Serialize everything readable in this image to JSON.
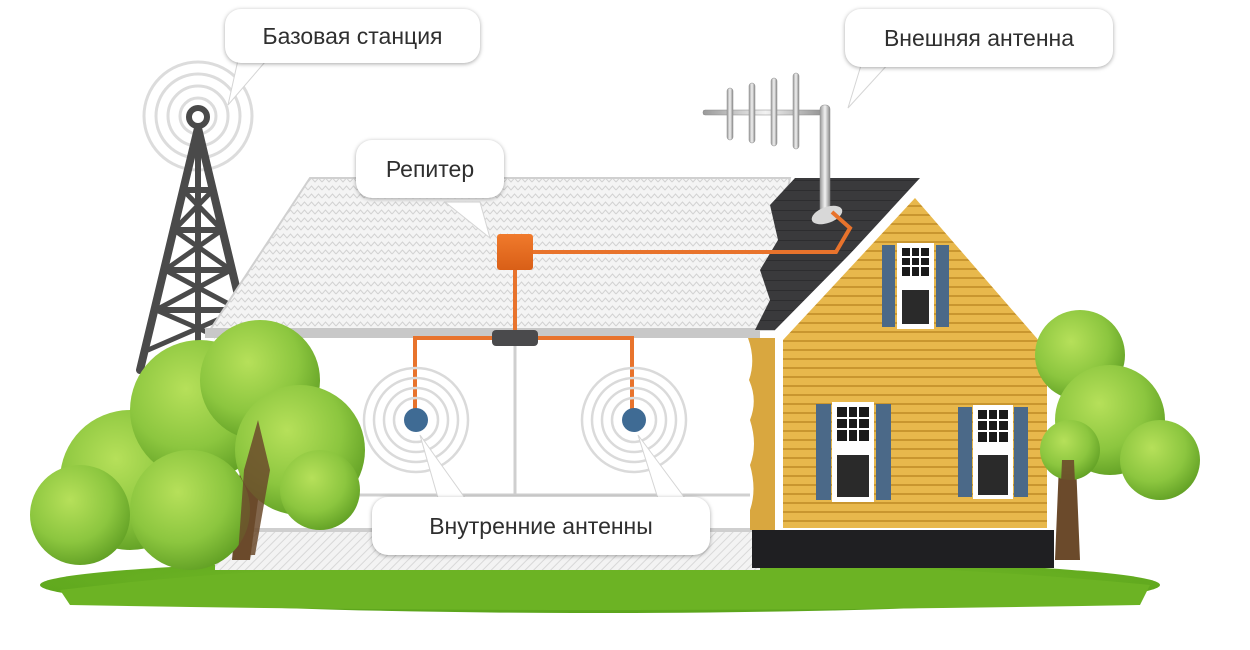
{
  "diagram": {
    "title": "Схема усиления сотовой связи",
    "labels": {
      "base_station": "Базовая станция",
      "external_antenna": "Внешняя антенна",
      "repeater": "Репитер",
      "internal_antennas": "Внутренние антенны"
    },
    "components": [
      {
        "id": "base-station",
        "label": "Базовая станция",
        "icon": "cell-tower-icon"
      },
      {
        "id": "external-antenna",
        "label": "Внешняя антенна",
        "icon": "yagi-antenna-icon"
      },
      {
        "id": "repeater",
        "label": "Репитер",
        "icon": "repeater-box-icon"
      },
      {
        "id": "splitter",
        "label": "",
        "icon": "splitter-icon"
      },
      {
        "id": "internal-antenna-1",
        "label": "Внутренние антенны",
        "icon": "indoor-antenna-icon"
      },
      {
        "id": "internal-antenna-2",
        "label": "Внутренние антенны",
        "icon": "indoor-antenna-icon"
      }
    ],
    "connections": [
      [
        "external-antenna",
        "repeater"
      ],
      [
        "repeater",
        "splitter"
      ],
      [
        "splitter",
        "internal-antenna-1"
      ],
      [
        "splitter",
        "internal-antenna-2"
      ]
    ],
    "colors": {
      "cable": "#e8732c",
      "repeater": "#ec6f22",
      "tower": "#4a4a4a",
      "indoor_antenna": "#3f6b94",
      "house_wall": "#e7b54a",
      "shutters": "#4b6988",
      "roof_dark": "#3a3a3c",
      "foliage": "#8cc63f",
      "callout_text": "#2f2f2f"
    }
  }
}
